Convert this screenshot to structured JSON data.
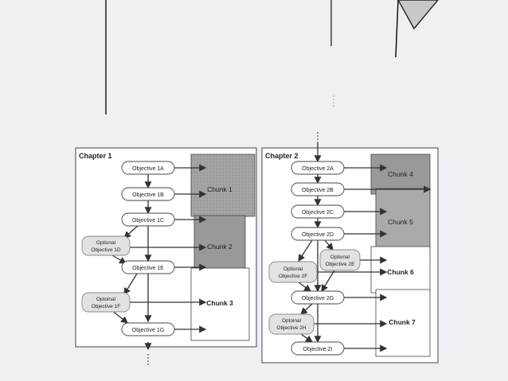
{
  "colors": {
    "background": "#eef0f4",
    "panel": "#ffffff",
    "chunk_dark": "#999999",
    "chunk_mid": "#aaaaaa",
    "chunk_light": "#ffffff",
    "optional_fill": "#e2e2e2",
    "line": "#333333"
  },
  "chapters": [
    {
      "title": "Chapter 1",
      "objectives": [
        "Objective 1A",
        "Objective 1B",
        "Objective 1C",
        "Objective 1E",
        "Objective 1G"
      ],
      "optional": [
        [
          "Optional",
          "Objective 1D"
        ],
        [
          "Optoinal",
          "Objective 1F"
        ]
      ],
      "chunks": [
        "Chunk 1",
        "Chunk 2",
        "Chunk 3"
      ]
    },
    {
      "title": "Chapter 2",
      "objectives": [
        "Objective 2A",
        "Objective 2B",
        "Objective 2C",
        "Objective 2D",
        "Objective 2G",
        "Objective 2I"
      ],
      "optional": [
        [
          "Optional",
          "Objective 2E"
        ],
        [
          "Optional",
          "Objective 2F"
        ],
        [
          "Optoinal",
          "Objective 2H"
        ]
      ],
      "chunks": [
        "Chunk 4",
        "Chunk 5",
        "Chunk 6",
        "Chunk 7"
      ]
    }
  ]
}
